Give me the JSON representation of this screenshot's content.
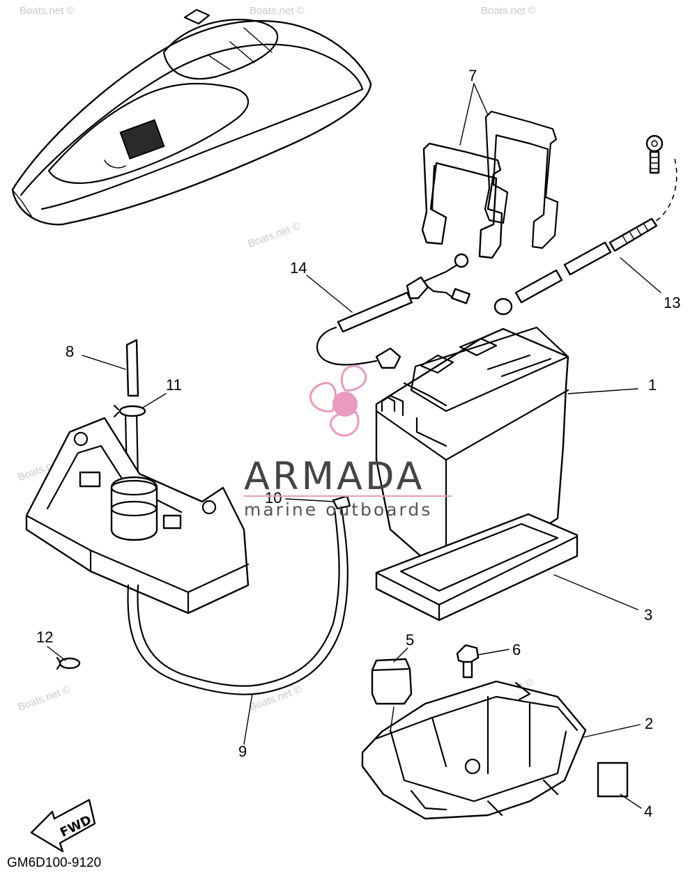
{
  "diagram_code": "GM6D100-9120",
  "fwd_label": "FWD",
  "watermark_text": "Boats.net ©",
  "logo": {
    "name": "ARMADA",
    "tagline": "marine outboards",
    "accent_color": "#e89ac0"
  },
  "callouts": [
    "1",
    "2",
    "3",
    "4",
    "5",
    "6",
    "7",
    "8",
    "9",
    "10",
    "11",
    "12",
    "13",
    "14"
  ]
}
